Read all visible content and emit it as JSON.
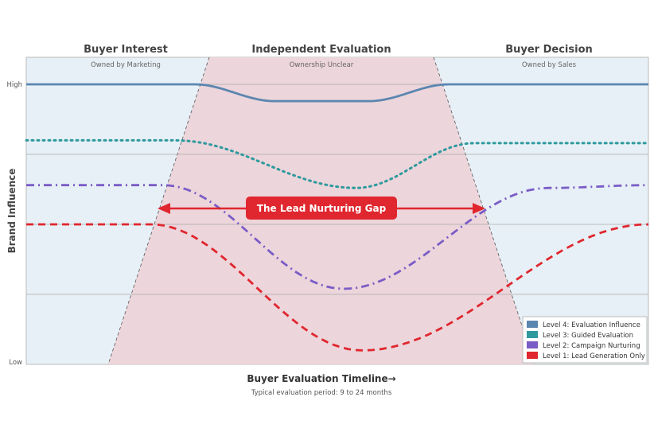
{
  "chart_data": {
    "type": "line",
    "title": "",
    "xlabel": "Buyer Evaluation Timeline→",
    "subtitle": "Typical evaluation period: 9 to 24 months",
    "ylabel": "Brand Influence",
    "y_ticks": [
      "High",
      "Low"
    ],
    "xlim": [
      0,
      100
    ],
    "ylim": [
      0,
      100
    ],
    "gridlines": [
      25,
      50,
      75,
      100
    ],
    "phases": [
      {
        "title": "Buyer Interest",
        "owner": "Owned by Marketing"
      },
      {
        "title": "Independent Evaluation",
        "owner": "Ownership Unclear"
      },
      {
        "title": "Buyer Decision",
        "owner": "Owned by Sales"
      }
    ],
    "annotation": "The Lead Nurturing Gap",
    "legend_position": "bottom-right",
    "series": [
      {
        "name": "Level 4: Evaluation Influence",
        "color": "#5b86b0",
        "style": "solid",
        "points": [
          [
            0,
            100
          ],
          [
            27,
            100
          ],
          [
            40,
            94
          ],
          [
            55,
            94
          ],
          [
            68,
            100
          ],
          [
            100,
            100
          ]
        ]
      },
      {
        "name": "Level 3: Guided Evaluation",
        "color": "#2e9a9e",
        "style": "dotted",
        "points": [
          [
            0,
            80
          ],
          [
            24,
            80
          ],
          [
            53,
            63
          ],
          [
            72,
            79
          ],
          [
            100,
            79
          ]
        ]
      },
      {
        "name": "Level 2: Campaign Nurturing",
        "color": "#7a5cc6",
        "style": "dashdot",
        "points": [
          [
            0,
            64
          ],
          [
            22,
            64
          ],
          [
            51,
            27
          ],
          [
            84,
            63
          ],
          [
            100,
            64
          ]
        ]
      },
      {
        "name": "Level 1: Lead Generation Only",
        "color": "#e0262e",
        "style": "dashed",
        "points": [
          [
            0,
            50
          ],
          [
            20,
            50
          ],
          [
            54,
            5
          ],
          [
            100,
            50
          ]
        ]
      }
    ]
  }
}
